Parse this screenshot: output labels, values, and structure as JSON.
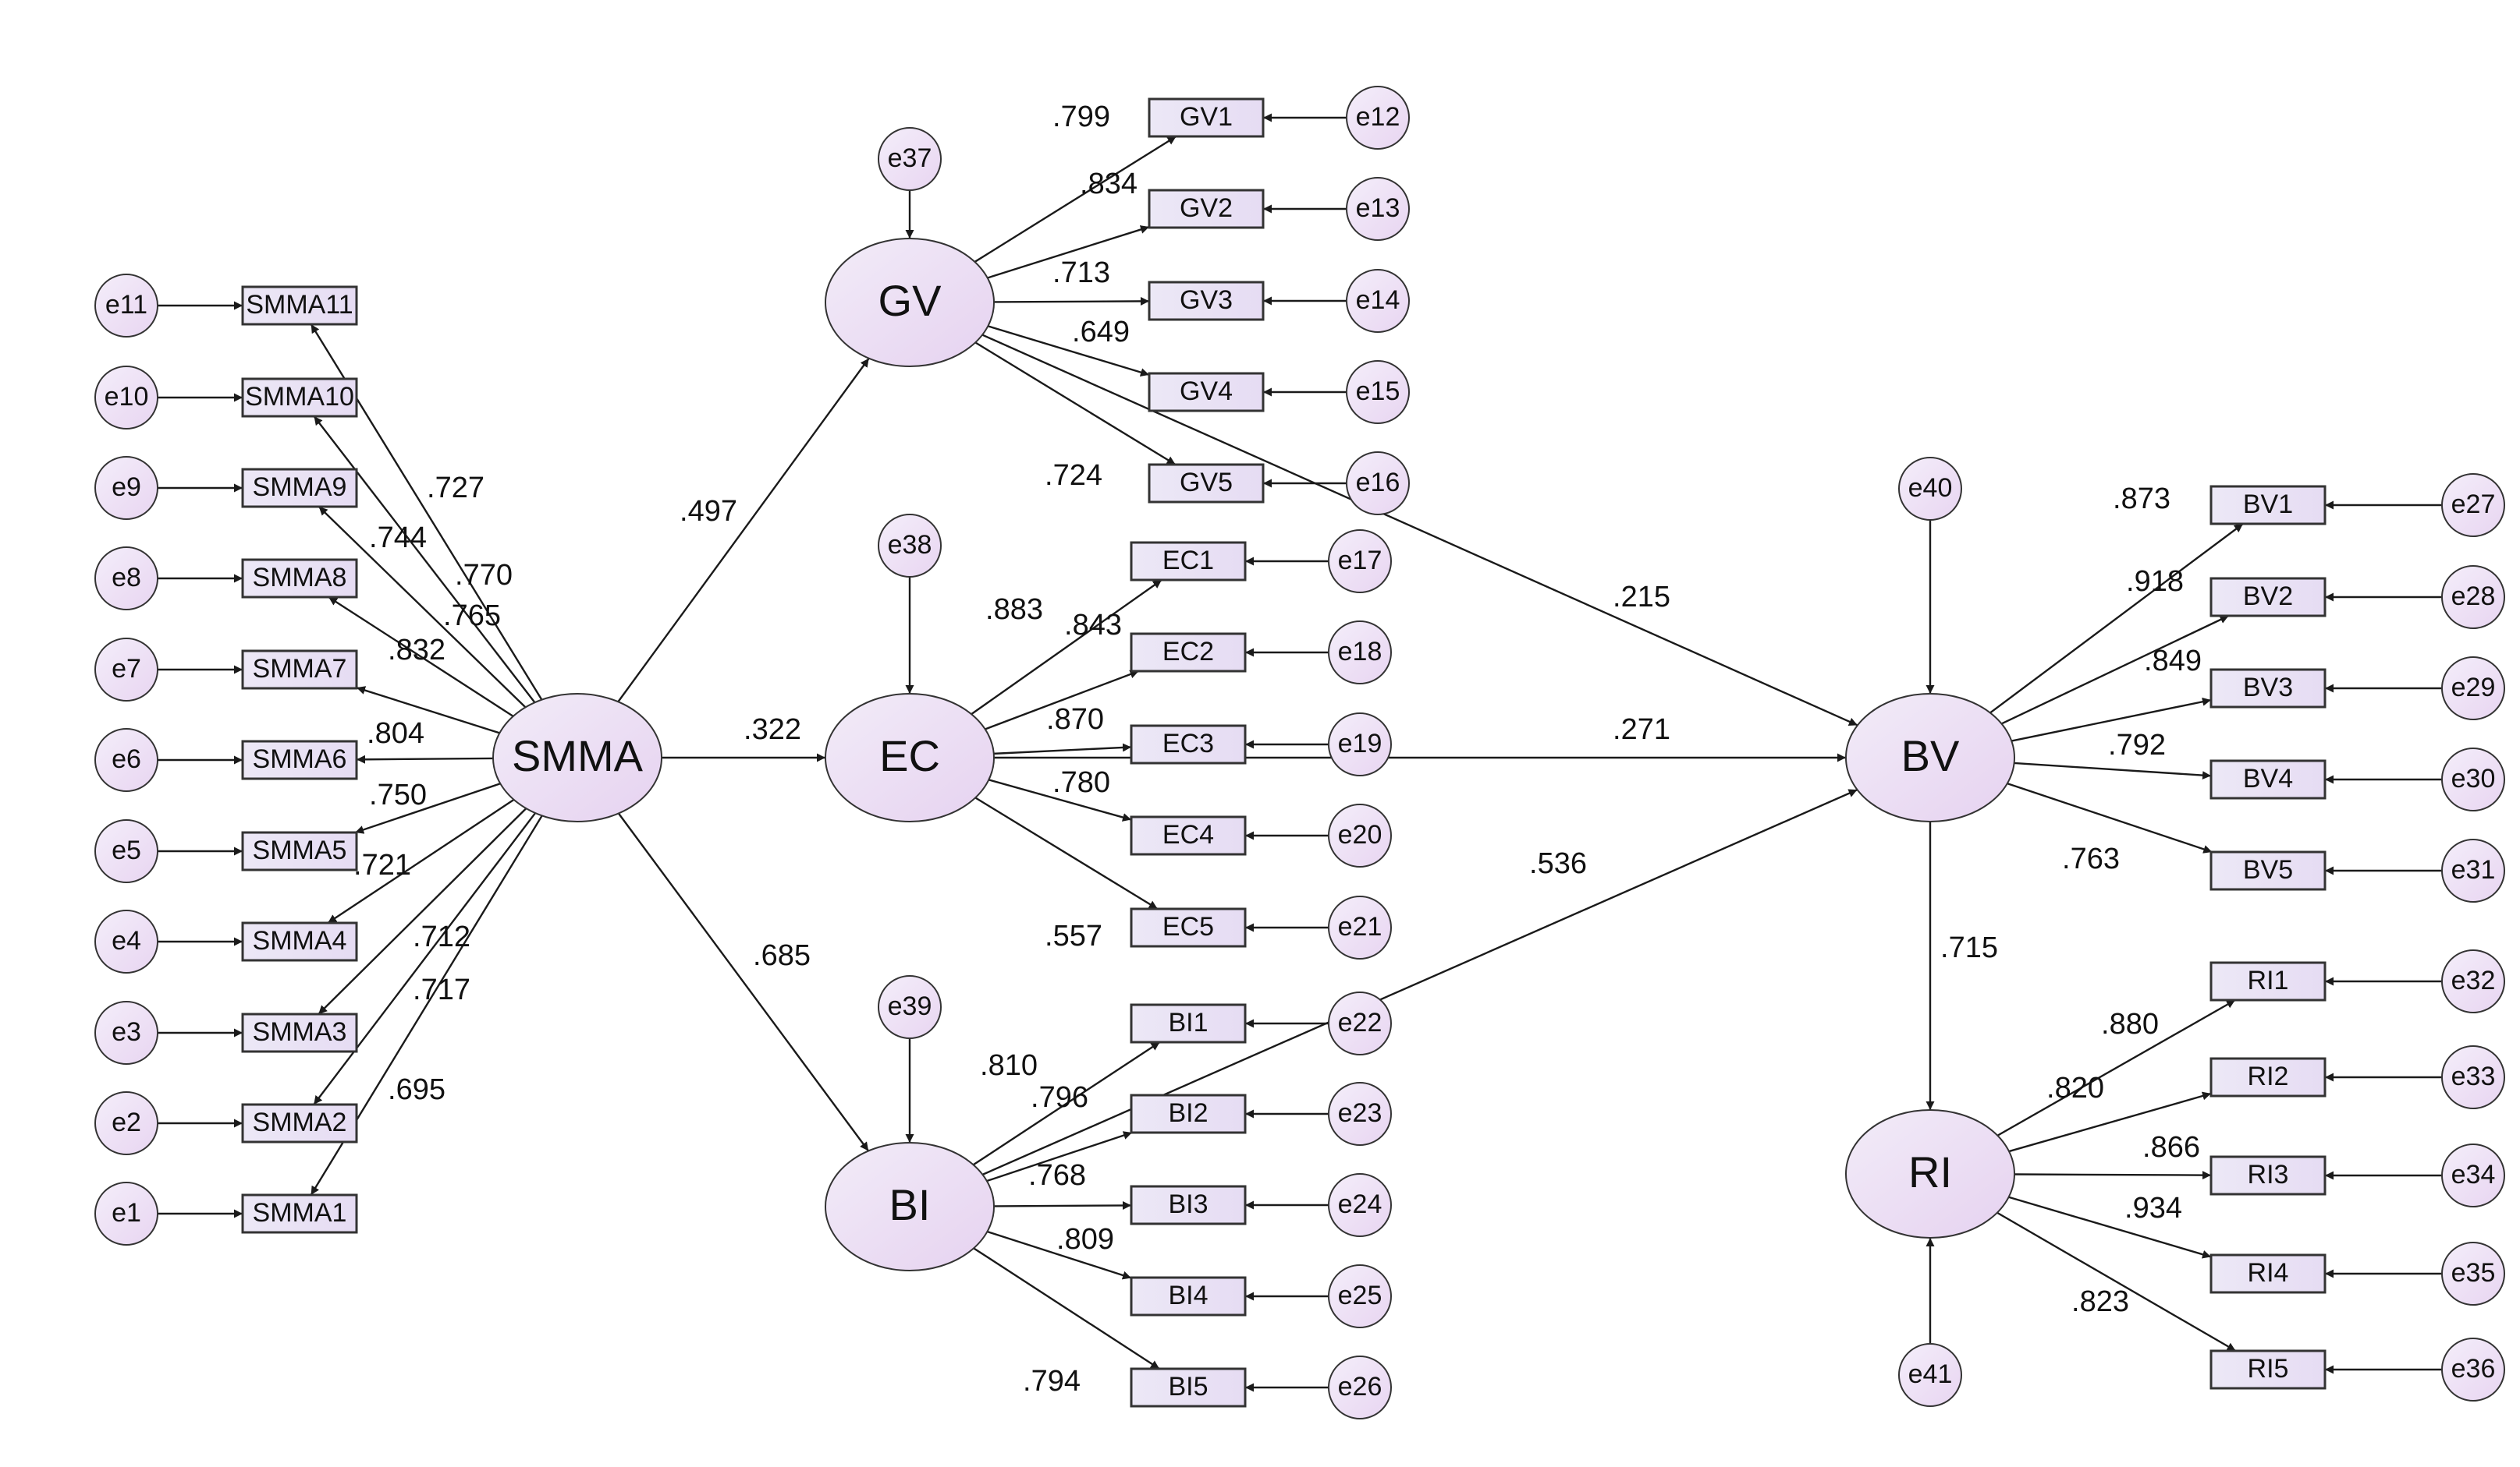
{
  "diagram": {
    "latents": [
      {
        "id": "SMMA",
        "label": "SMMA"
      },
      {
        "id": "GV",
        "label": "GV"
      },
      {
        "id": "EC",
        "label": "EC"
      },
      {
        "id": "BI",
        "label": "BI"
      },
      {
        "id": "BV",
        "label": "BV"
      },
      {
        "id": "RI",
        "label": "RI"
      }
    ],
    "indicators": [
      {
        "id": "SMMA11",
        "label": "SMMA11",
        "latent": "SMMA",
        "loading": ".727",
        "error": "e11"
      },
      {
        "id": "SMMA10",
        "label": "SMMA10",
        "latent": "SMMA",
        "loading": ".744",
        "error": "e10"
      },
      {
        "id": "SMMA9",
        "label": "SMMA9",
        "latent": "SMMA",
        "loading": ".770",
        "error": "e9"
      },
      {
        "id": "SMMA8",
        "label": "SMMA8",
        "latent": "SMMA",
        "loading": ".765",
        "error": "e8"
      },
      {
        "id": "SMMA7",
        "label": "SMMA7",
        "latent": "SMMA",
        "loading": ".832",
        "error": "e7"
      },
      {
        "id": "SMMA6",
        "label": "SMMA6",
        "latent": "SMMA",
        "loading": ".804",
        "error": "e6"
      },
      {
        "id": "SMMA5",
        "label": "SMMA5",
        "latent": "SMMA",
        "loading": ".750",
        "error": "e5"
      },
      {
        "id": "SMMA4",
        "label": "SMMA4",
        "latent": "SMMA",
        "loading": ".721",
        "error": "e4"
      },
      {
        "id": "SMMA3",
        "label": "SMMA3",
        "latent": "SMMA",
        "loading": ".712",
        "error": "e3"
      },
      {
        "id": "SMMA2",
        "label": "SMMA2",
        "latent": "SMMA",
        "loading": ".717",
        "error": "e2"
      },
      {
        "id": "SMMA1",
        "label": "SMMA1",
        "latent": "SMMA",
        "loading": ".695",
        "error": "e1"
      },
      {
        "id": "GV1",
        "label": "GV1",
        "latent": "GV",
        "loading": ".799",
        "error": "e12"
      },
      {
        "id": "GV2",
        "label": "GV2",
        "latent": "GV",
        "loading": ".834",
        "error": "e13"
      },
      {
        "id": "GV3",
        "label": "GV3",
        "latent": "GV",
        "loading": ".713",
        "error": "e14"
      },
      {
        "id": "GV4",
        "label": "GV4",
        "latent": "GV",
        "loading": ".649",
        "error": "e15"
      },
      {
        "id": "GV5",
        "label": "GV5",
        "latent": "GV",
        "loading": ".724",
        "error": "e16"
      },
      {
        "id": "EC1",
        "label": "EC1",
        "latent": "EC",
        "loading": ".883",
        "error": "e17"
      },
      {
        "id": "EC2",
        "label": "EC2",
        "latent": "EC",
        "loading": ".843",
        "error": "e18"
      },
      {
        "id": "EC3",
        "label": "EC3",
        "latent": "EC",
        "loading": ".870",
        "error": "e19"
      },
      {
        "id": "EC4",
        "label": "EC4",
        "latent": "EC",
        "loading": ".780",
        "error": "e20"
      },
      {
        "id": "EC5",
        "label": "EC5",
        "latent": "EC",
        "loading": ".557",
        "error": "e21"
      },
      {
        "id": "BI1",
        "label": "BI1",
        "latent": "BI",
        "loading": ".810",
        "error": "e22"
      },
      {
        "id": "BI2",
        "label": "BI2",
        "latent": "BI",
        "loading": ".796",
        "error": "e23"
      },
      {
        "id": "BI3",
        "label": "BI3",
        "latent": "BI",
        "loading": ".768",
        "error": "e24"
      },
      {
        "id": "BI4",
        "label": "BI4",
        "latent": "BI",
        "loading": ".809",
        "error": "e25"
      },
      {
        "id": "BI5",
        "label": "BI5",
        "latent": "BI",
        "loading": ".794",
        "error": "e26"
      },
      {
        "id": "BV1",
        "label": "BV1",
        "latent": "BV",
        "loading": ".873",
        "error": "e27"
      },
      {
        "id": "BV2",
        "label": "BV2",
        "latent": "BV",
        "loading": ".918",
        "error": "e28"
      },
      {
        "id": "BV3",
        "label": "BV3",
        "latent": "BV",
        "loading": ".849",
        "error": "e29"
      },
      {
        "id": "BV4",
        "label": "BV4",
        "latent": "BV",
        "loading": ".792",
        "error": "e30"
      },
      {
        "id": "BV5",
        "label": "BV5",
        "latent": "BV",
        "loading": ".763",
        "error": "e31"
      },
      {
        "id": "RI1",
        "label": "RI1",
        "latent": "RI",
        "loading": ".880",
        "error": "e32"
      },
      {
        "id": "RI2",
        "label": "RI2",
        "latent": "RI",
        "loading": ".820",
        "error": "e33"
      },
      {
        "id": "RI3",
        "label": "RI3",
        "latent": "RI",
        "loading": ".866",
        "error": "e34"
      },
      {
        "id": "RI4",
        "label": "RI4",
        "latent": "RI",
        "loading": ".934",
        "error": "e35"
      },
      {
        "id": "RI5",
        "label": "RI5",
        "latent": "RI",
        "loading": ".823",
        "error": "e36"
      }
    ],
    "disturbances": [
      {
        "id": "e37",
        "label": "e37",
        "latent": "GV"
      },
      {
        "id": "e38",
        "label": "e38",
        "latent": "EC"
      },
      {
        "id": "e39",
        "label": "e39",
        "latent": "BI"
      },
      {
        "id": "e40",
        "label": "e40",
        "latent": "BV"
      },
      {
        "id": "e41",
        "label": "e41",
        "latent": "RI"
      }
    ],
    "paths": [
      {
        "from": "SMMA",
        "to": "GV",
        "coef": ".497"
      },
      {
        "from": "SMMA",
        "to": "EC",
        "coef": ".322"
      },
      {
        "from": "SMMA",
        "to": "BI",
        "coef": ".685"
      },
      {
        "from": "GV",
        "to": "BV",
        "coef": ".215"
      },
      {
        "from": "EC",
        "to": "BV",
        "coef": ".271"
      },
      {
        "from": "BI",
        "to": "BV",
        "coef": ".536"
      },
      {
        "from": "BV",
        "to": "RI",
        "coef": ".715"
      }
    ],
    "colors": {
      "node_fill_light": "#f2ecf8",
      "node_fill_dark": "#e6d2f0",
      "stroke": "#333333",
      "edge": "#1a1a1a"
    }
  }
}
